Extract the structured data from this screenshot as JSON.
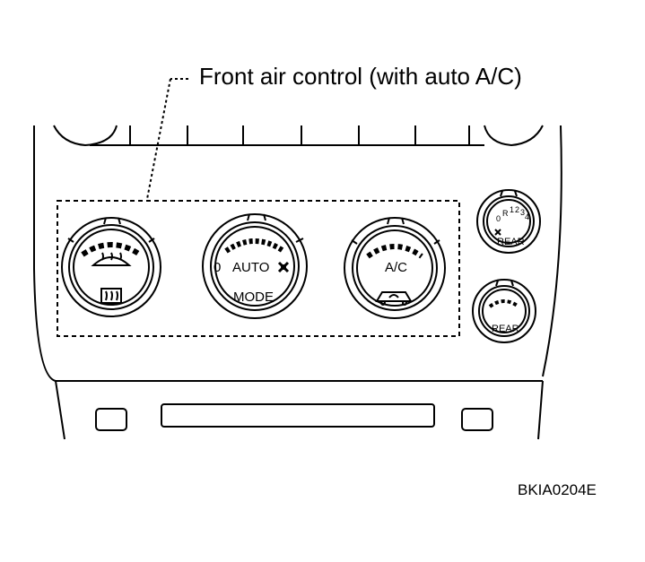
{
  "title": "Front air control (with auto A/C)",
  "reference_code": "BKIA0204E",
  "knobs": {
    "left": {
      "symbol": "defrost-front",
      "bottom_symbol": "defrost-rear"
    },
    "center": {
      "top_label": "AUTO",
      "bottom_label": "MODE",
      "off_mark": "0"
    },
    "right": {
      "label": "A/C"
    },
    "rear_top": {
      "label": "REAR",
      "scale": [
        "0",
        "R",
        "1",
        "2",
        "3",
        "4"
      ]
    },
    "rear_bottom": {
      "label": "REAR"
    }
  }
}
